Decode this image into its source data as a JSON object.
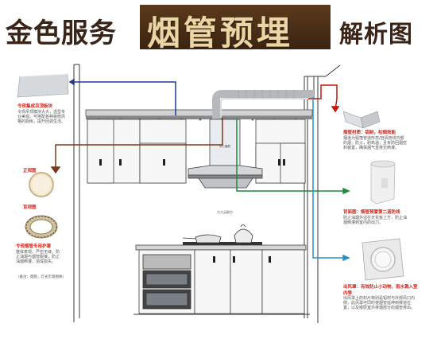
{
  "title": {
    "left": "金色服务",
    "highlight": "烟管预埋",
    "right": "解析图"
  },
  "left_panel": {
    "ceiling_title": "令现集成吊顶板块",
    "ceiling_desc": "令现吊顶模块大大，选型专业美观，可搭配各种装修风格的厨房，提升回调生活。",
    "flange_title": "正视图",
    "collar_title": "背视图",
    "collar_name": "令现烟管专用护罩",
    "collar_desc": "整体表观，严密无缝，防止油烟与烟管脱接，防止油烟倒灌，造成损失。",
    "footnote": "（备注：烟管，灯光示意图样）"
  },
  "right_panel": {
    "pipe_title": "烟管材质：铝制，柱烟效能",
    "pipe_desc": "烟道为铝箔管道形态/自风管线内部的烟，防火，耐高温，且有防回烟密封装置，确保烟气直排无倒灌。",
    "adapter_title": "背面图：烟管预置第二道防线",
    "adapter_desc": "防止油烟外溢在天花板上方，防止油烟倒灌到室内的动力。",
    "exit_title": "出风罩：有效防止小动物，雨水溅入室内等",
    "exit_desc": "出风罩上的封片特别是铝材与外部风口内侧，此风罩可同时使烟管延伸到楼道位置，以及楼层室外排烟部分的烟管排出。"
  },
  "scene": {
    "hood_brand": "华仁烟机",
    "cabinet_label": "方大云橱方"
  },
  "colors": {
    "title_bg": "#4a2d15",
    "title_gold": "#e9d6a4",
    "arrow_blue": "#1f3a93",
    "arrow_red": "#c4170c",
    "arrow_green": "#1e8a3c",
    "arrow_cyan": "#2a8fc7",
    "brown_pointer": "#7a3a1e",
    "callout_red": "#d0261b"
  }
}
